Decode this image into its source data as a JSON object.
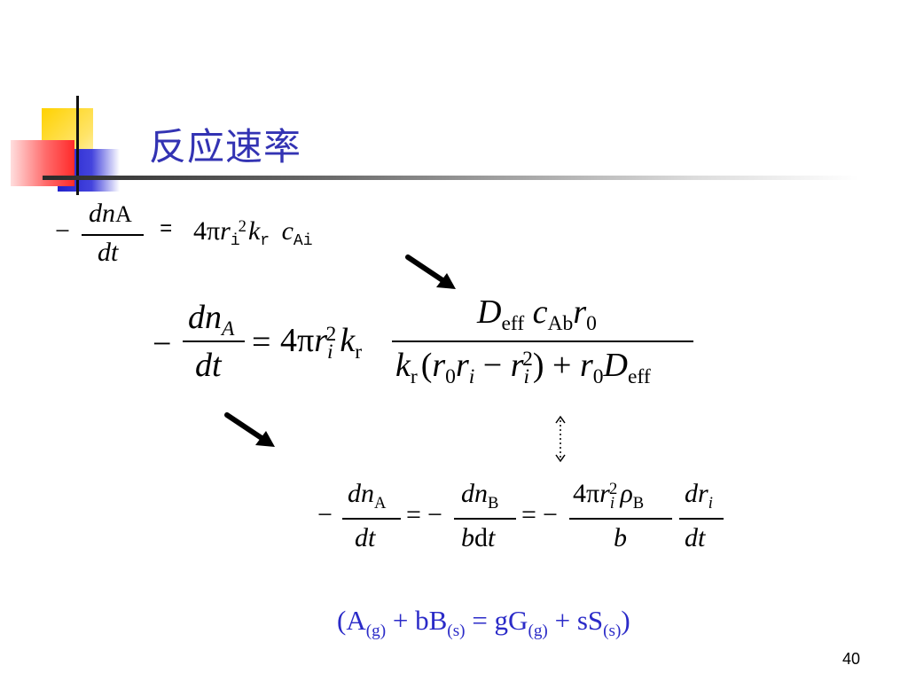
{
  "slide": {
    "title": "反应速率",
    "page_number": "40"
  },
  "eq1": {
    "minus": "−",
    "num_d": "d",
    "num_n": "n",
    "num_sub": "A",
    "den": "dt",
    "equals": "=",
    "coef": "4π",
    "r": "r",
    "r_sub": "i",
    "r_sup": "2",
    "k": "k",
    "k_sub": "r",
    "c": "c",
    "c_sub": "Ai"
  },
  "eq2": {
    "minus": "−",
    "num_dn": "dn",
    "num_sub": "A",
    "den": "dt",
    "equals": "=",
    "coef": "4π",
    "r": "r",
    "r_sub": "i",
    "r_sup": "2",
    "k": "k",
    "k_sub": "r",
    "numerator": {
      "D": "D",
      "D_sub": "eff",
      "c": "c",
      "c_sub": "Ab",
      "r": "r",
      "r_sub": "0"
    },
    "denominator": {
      "k": "k",
      "k_sub": "r",
      "open": "(",
      "r0": "r",
      "r0_sub": "0",
      "ri": "r",
      "ri_sub": "i",
      "minus": "−",
      "ri2": "r",
      "ri2_sub": "i",
      "ri2_sup": "2",
      "close": ")",
      "plus": "+",
      "r0b": "r",
      "r0b_sub": "0",
      "D": "D",
      "D_sub": "eff"
    }
  },
  "eq3": {
    "minus1": "−",
    "f1_num": "dn",
    "f1_num_sub": "A",
    "f1_den": "dt",
    "eq1": "=",
    "minus2": "−",
    "f2_num": "dn",
    "f2_num_sub": "B",
    "f2_den_b": "b",
    "f2_den_d": "d",
    "f2_den_t": "t",
    "eq2": "=",
    "minus3": "−",
    "f3_num_coef": "4π",
    "f3_num_r": "r",
    "f3_num_r_sub": "i",
    "f3_num_r_sup": "2",
    "f3_num_rho": "ρ",
    "f3_num_rho_sub": "B",
    "f3_den": "b",
    "f4_num": "dr",
    "f4_num_sub": "i",
    "f4_den": "dt"
  },
  "reaction": {
    "open": "(A",
    "s1": "(g)",
    "plus1": " + bB",
    "s2": "(s)",
    "eq": " = gG",
    "s3": "(g)",
    "plus2": " + sS",
    "s4": "(s)",
    "close": ")"
  },
  "colors": {
    "title": "#3333b3",
    "reaction": "#2b2bc8",
    "deco_yellow": "#ffd200",
    "deco_red": "#ff3a3a",
    "deco_blue": "#3333cc"
  },
  "icons": {
    "arrow1": "diagonal-arrow-icon",
    "arrow2": "diagonal-arrow-icon",
    "updown": "double-headed-dotted-arrow-icon"
  }
}
